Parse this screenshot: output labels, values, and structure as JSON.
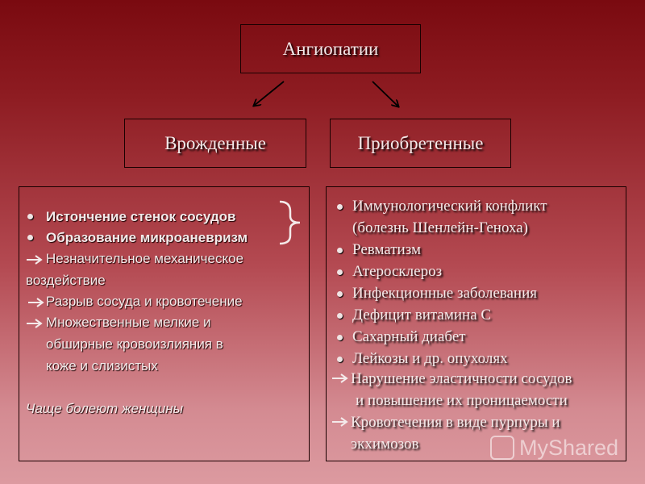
{
  "title": "Ангиопатии",
  "congenital": {
    "heading": "Врожденные",
    "bullets": [
      "Истончение стенок сосудов",
      "Образование микроаневризм"
    ],
    "arrow1_line1": "Незначительное механическое",
    "arrow1_line2": "воздействие",
    "arrow2": "Разрыв сосуда  и кровотечение",
    "arrow3_line1": "Множественные мелкие и",
    "arrow3_line2": "обширные кровоизлияния в",
    "arrow3_line3": "коже и слизистых",
    "note": "Чаще болеют женщины"
  },
  "acquired": {
    "heading": "Приобретенные",
    "bullet1_line1": "Иммунологический конфликт",
    "bullet1_line2": "(болезнь Шенлейн-Геноха)",
    "bullets": [
      "Ревматизм",
      "Атеросклероз",
      "Инфекционные заболевания",
      "Дефицит витамина С",
      "Сахарный диабет",
      "Лейкозы и др. опухолях"
    ],
    "arrow1_line1": "Нарушение эластичности сосудов",
    "arrow1_line2": "и повышение их проницаемости",
    "arrow2_line1": "Кровотечения в виде пурпуры и",
    "arrow2_line2": "экхимозов"
  },
  "watermark": "MyShared",
  "colors": {
    "background_top": "#7a0a10",
    "background_bottom": "#dc9aa0",
    "text": "#f4eaea",
    "border": "#1a0000"
  }
}
